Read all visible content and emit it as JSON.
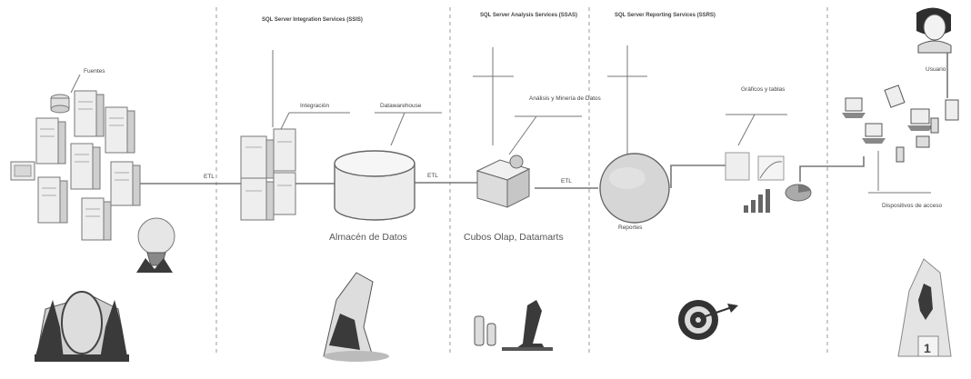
{
  "labels": {
    "fuentes": "Fuentes",
    "ssis": "SQL Server Integration Services (SSIS)",
    "integracion": "Integración",
    "data_warehouse": "Datawarehouse",
    "almacen": "Almacén de Datos",
    "ssas": "SQL Server Analysis Services (SSAS)",
    "analisis_mineria": "Análisis y Minería de Datos",
    "cubos": "Cubos Olap, Datamarts",
    "ssrs": "SQL Server Reporting Services (SSRS)",
    "reportes": "Reportes",
    "graficos": "Gráficos y tablas",
    "usuario": "Usuario",
    "dispositivos": "Dispositivos de acceso"
  },
  "connectors": {
    "c1": "ETL",
    "c2": "ETL",
    "c3": "ETL"
  },
  "colors": {
    "line": "#777777",
    "separator": "#9a9a9a",
    "icon_fill": "#e8e8e8",
    "icon_dark": "#3a3a3a"
  },
  "icons": [
    "server-icon",
    "database-cylinder-icon",
    "olap-cube-icon",
    "report-globe-icon",
    "chart-icon",
    "laptop-icon",
    "user-icon",
    "lightbulb-icon",
    "target-icon",
    "microscope-icon"
  ]
}
